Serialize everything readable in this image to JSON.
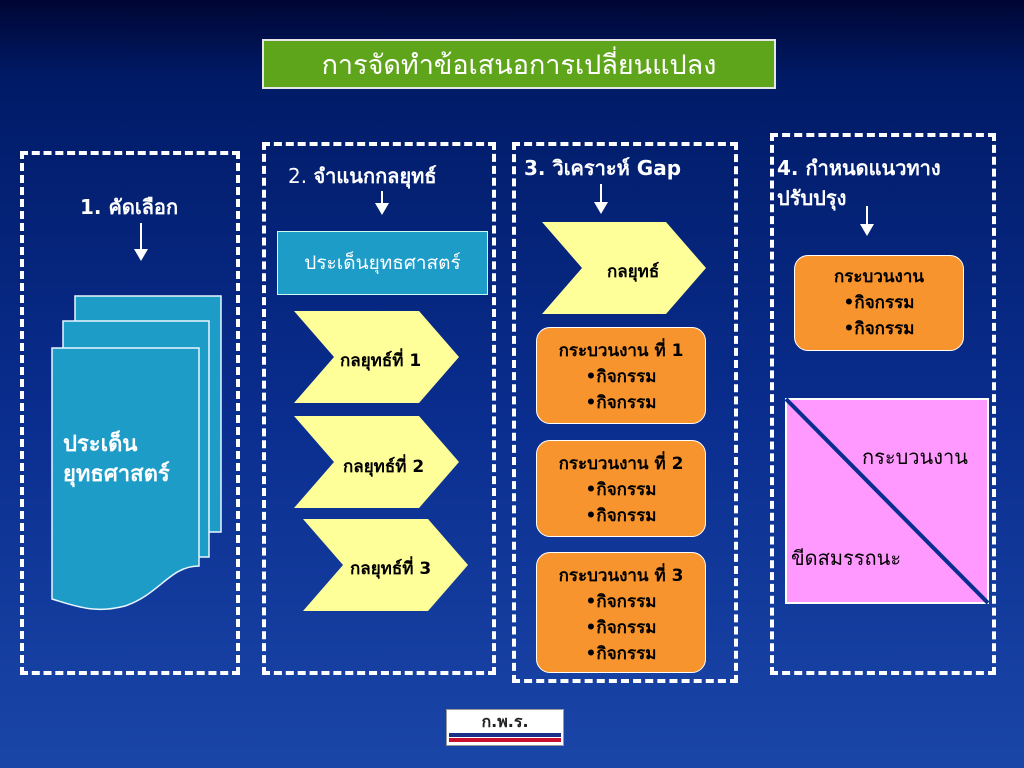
{
  "title": "การจัดทำข้อเสนอการเปลี่ยนแปลง",
  "steps": {
    "s1": "1. คัดเลือก",
    "s2_num": "2.",
    "s2_text": "จำแนกกลยุทธ์",
    "s3": "3. วิเคราะห์ Gap",
    "s4_line1": "4. กำหนดแนวทาง",
    "s4_line2": "ปรับปรุง"
  },
  "col1": {
    "doc_line1": "ประเด็น",
    "doc_line2": "ยุทธศาสตร์"
  },
  "col2": {
    "box": "ประเด็นยุทธศาสตร์",
    "chevrons": [
      "กลยุทธ์ที่ 1",
      "กลยุทธ์ที่ 2",
      "กลยุทธ์ที่ 3"
    ]
  },
  "col3": {
    "chevron": "กลยุทธ์",
    "processes": [
      {
        "title": "กระบวนงาน ที่ 1",
        "items": [
          "•กิจกรรม",
          "•กิจกรรม"
        ]
      },
      {
        "title": "กระบวนงาน ที่ 2",
        "items": [
          "•กิจกรรม",
          "•กิจกรรม"
        ]
      },
      {
        "title": "กระบวนงาน ที่ 3",
        "items": [
          "•กิจกรรม",
          "•กิจกรรม",
          "•กิจกรรม"
        ]
      }
    ]
  },
  "col4": {
    "process": {
      "title": "กระบวนงาน",
      "items": [
        "•กิจกรรม",
        "•กิจกรรม"
      ]
    },
    "pink_top": "กระบวนงาน",
    "pink_bottom": "ขีดสมรรถนะ"
  },
  "logo": "ก.พ.ร.",
  "colors": {
    "title_bg": "#5fa51b",
    "cyan": "#1e9cc8",
    "chevron": "#ffff99",
    "orange": "#f7942d",
    "pink": "#ff99ff"
  }
}
